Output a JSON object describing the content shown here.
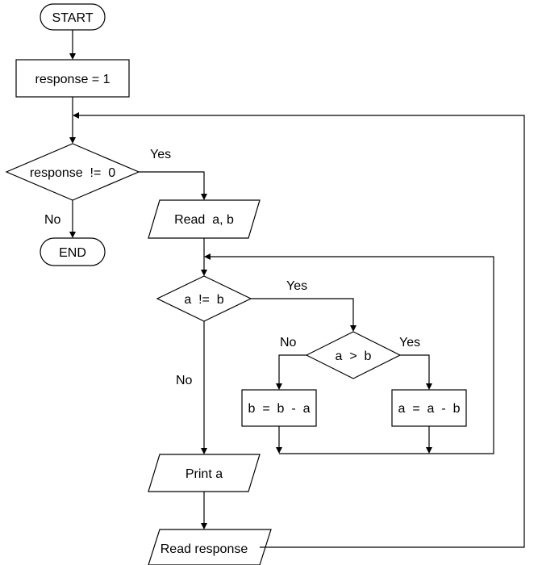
{
  "nodes": {
    "start": "START",
    "init_response": "response = 1",
    "check_response": "response  !=  0",
    "end": "END",
    "read_ab": "Read  a, b",
    "check_ab": "a  !=  b",
    "compare_ab": "a  >  b",
    "b_minus_a": "b  =  b  -  a",
    "a_minus_b": "a  =  a  -  b",
    "print_a": "Print a",
    "read_response": "Read response"
  },
  "edge_labels": {
    "response_yes": "Yes",
    "response_no": "No",
    "ab_yes": "Yes",
    "ab_no": "No",
    "gt_no": "No",
    "gt_yes": "Yes"
  }
}
